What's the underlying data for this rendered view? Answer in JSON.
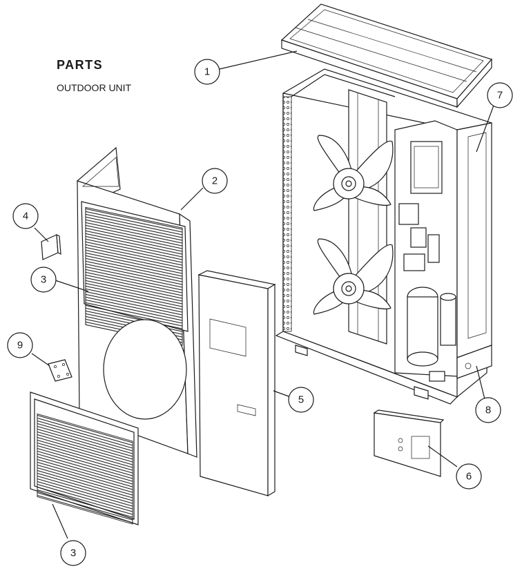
{
  "header": {
    "title": "PARTS",
    "subtitle": "OUTDOOR UNIT"
  },
  "callouts": [
    {
      "id": "c1",
      "label": "1"
    },
    {
      "id": "c2",
      "label": "2"
    },
    {
      "id": "c3a",
      "label": "3"
    },
    {
      "id": "c3b",
      "label": "3"
    },
    {
      "id": "c4",
      "label": "4"
    },
    {
      "id": "c5",
      "label": "5"
    },
    {
      "id": "c6",
      "label": "6"
    },
    {
      "id": "c7",
      "label": "7"
    },
    {
      "id": "c8",
      "label": "8"
    },
    {
      "id": "c9",
      "label": "9"
    }
  ],
  "colors": {
    "line": "#1a1a1a",
    "background": "#ffffff"
  }
}
